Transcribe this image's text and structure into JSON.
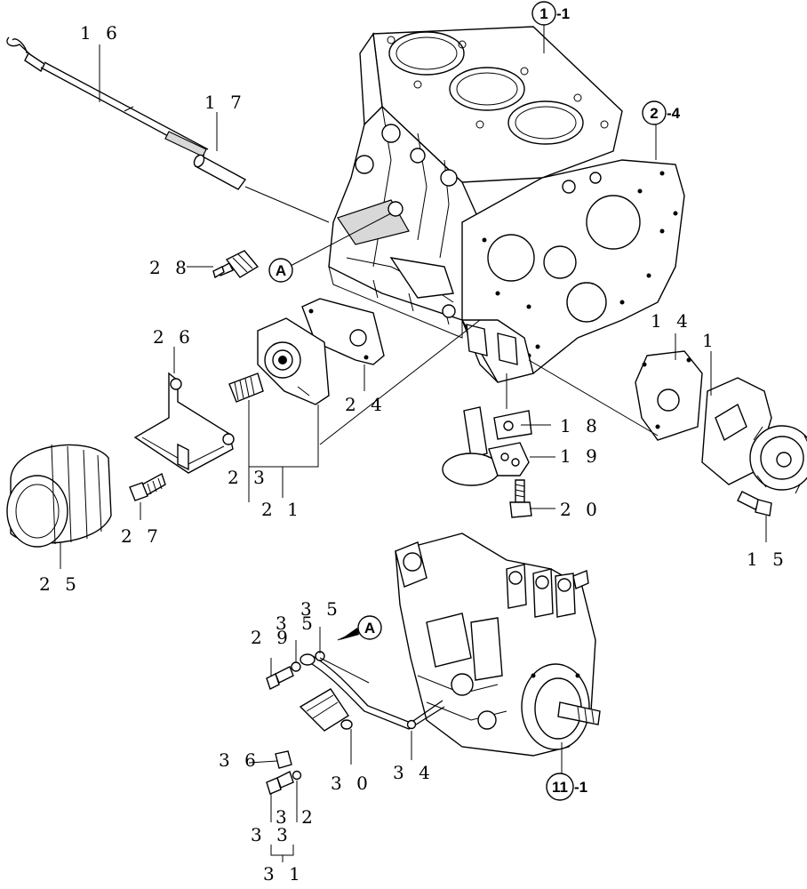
{
  "callouts": [
    {
      "id": "p16",
      "text": "1 6"
    },
    {
      "id": "p17",
      "text": "1 7"
    },
    {
      "id": "p28",
      "text": "2 8"
    },
    {
      "id": "p26",
      "text": "2 6"
    },
    {
      "id": "p24",
      "text": "2 4"
    },
    {
      "id": "p23",
      "text": "2 3"
    },
    {
      "id": "p21",
      "text": "2 1"
    },
    {
      "id": "p27",
      "text": "2 7"
    },
    {
      "id": "p25",
      "text": "2 5"
    },
    {
      "id": "p14",
      "text": "1 4"
    },
    {
      "id": "p1",
      "text": "1"
    },
    {
      "id": "p18",
      "text": "1 8"
    },
    {
      "id": "p19",
      "text": "1 9"
    },
    {
      "id": "p20",
      "text": "2 0"
    },
    {
      "id": "p15",
      "text": "1 5"
    },
    {
      "id": "p29",
      "text": "2 9"
    },
    {
      "id": "p35a",
      "text": "3 5"
    },
    {
      "id": "p35b",
      "text": "3 5"
    },
    {
      "id": "p36",
      "text": "3 6"
    },
    {
      "id": "p30",
      "text": "3 0"
    },
    {
      "id": "p34",
      "text": "3 4"
    },
    {
      "id": "p33",
      "text": "3 3"
    },
    {
      "id": "p32",
      "text": "3 2"
    },
    {
      "id": "p31",
      "text": "3 1"
    }
  ],
  "refs": [
    {
      "id": "ref1",
      "circle": "1",
      "suffix": "-1"
    },
    {
      "id": "ref2",
      "circle": "2",
      "suffix": "-4"
    },
    {
      "id": "ref11",
      "circle": "11",
      "suffix": "-1"
    }
  ],
  "connectors": [
    {
      "id": "connA1",
      "letter": "A"
    },
    {
      "id": "connA2",
      "letter": "A"
    }
  ]
}
